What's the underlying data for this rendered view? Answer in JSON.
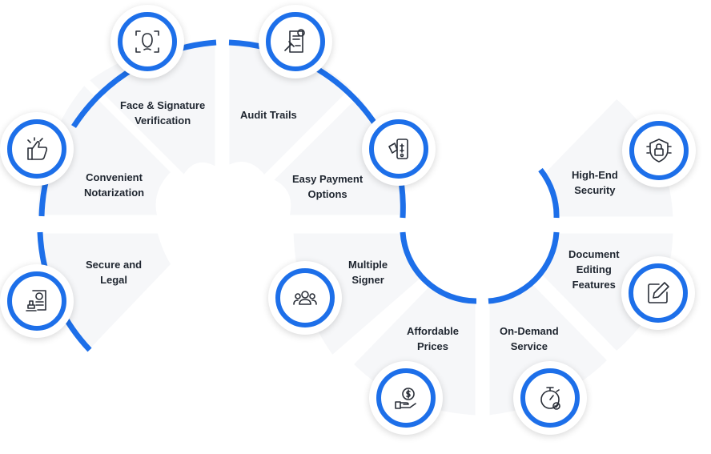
{
  "features": [
    {
      "id": "face",
      "lines": [
        "Face & Signature",
        "Verification"
      ],
      "icon": "face-scan-icon"
    },
    {
      "id": "audit",
      "lines": [
        "Audit Trails"
      ],
      "icon": "audit-document-icon"
    },
    {
      "id": "notary",
      "lines": [
        "Convenient",
        "Notarization"
      ],
      "icon": "thumbs-up-icon"
    },
    {
      "id": "payment",
      "lines": [
        "Easy Payment",
        "Options"
      ],
      "icon": "payment-phone-icon"
    },
    {
      "id": "legal",
      "lines": [
        "Secure and",
        "Legal"
      ],
      "icon": "stamp-certificate-icon"
    },
    {
      "id": "signer",
      "lines": [
        "Multiple",
        "Signer"
      ],
      "icon": "group-users-icon"
    },
    {
      "id": "prices",
      "lines": [
        "Affordable",
        "Prices"
      ],
      "icon": "money-hand-icon"
    },
    {
      "id": "ondemand",
      "lines": [
        "On-Demand",
        "Service"
      ],
      "icon": "stopwatch-icon"
    },
    {
      "id": "editing",
      "lines": [
        "Document",
        "Editing",
        "Features"
      ],
      "icon": "edit-pencil-icon"
    },
    {
      "id": "security",
      "lines": [
        "High-End",
        "Security"
      ],
      "icon": "security-shield-icon"
    }
  ],
  "colors": {
    "accent": "#1d6fe9",
    "segment": "#f6f7f9",
    "text": "#1f2630"
  }
}
